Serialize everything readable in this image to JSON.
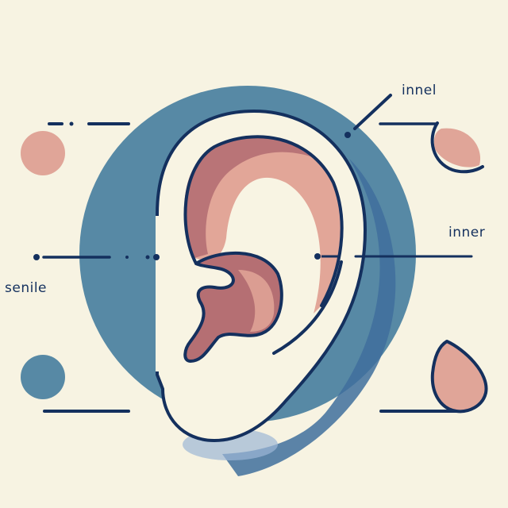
{
  "title": "Ear anatomy illustration",
  "labels": {
    "top_right": "innel",
    "middle_right": "inner",
    "middle_left": "senile"
  },
  "colors": {
    "background": "#f7f3e2",
    "circle_blue": "#5789a5",
    "dark_blue_shadow": "#3f6f9c",
    "outline": "#14305e",
    "pink_light": "#e2a698",
    "pink_mid": "#c98582",
    "pink_dark": "#9d5b66",
    "ear_fill": "#f8f4e3"
  },
  "decorations": {
    "left_top_circle": "pink-circle",
    "left_bottom_circle": "blue-circle",
    "right_top_shape": "pink-leaf",
    "right_bottom_shape": "pink-drop"
  }
}
